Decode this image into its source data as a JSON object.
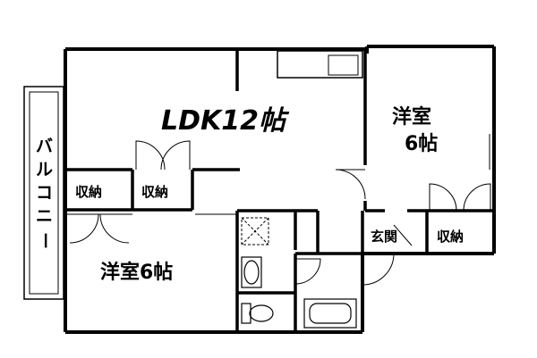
{
  "rooms": {
    "ldk": "LDK12帖",
    "western_room_right_line1": "洋室",
    "western_room_right_line2": "6帖",
    "western_room_left": "洋室6帖",
    "storage_1": "収納",
    "storage_2": "収納",
    "storage_3": "収納",
    "entrance": "玄関",
    "balcony_chars": [
      "バ",
      "ル",
      "コ",
      "ニ",
      "ー"
    ]
  }
}
